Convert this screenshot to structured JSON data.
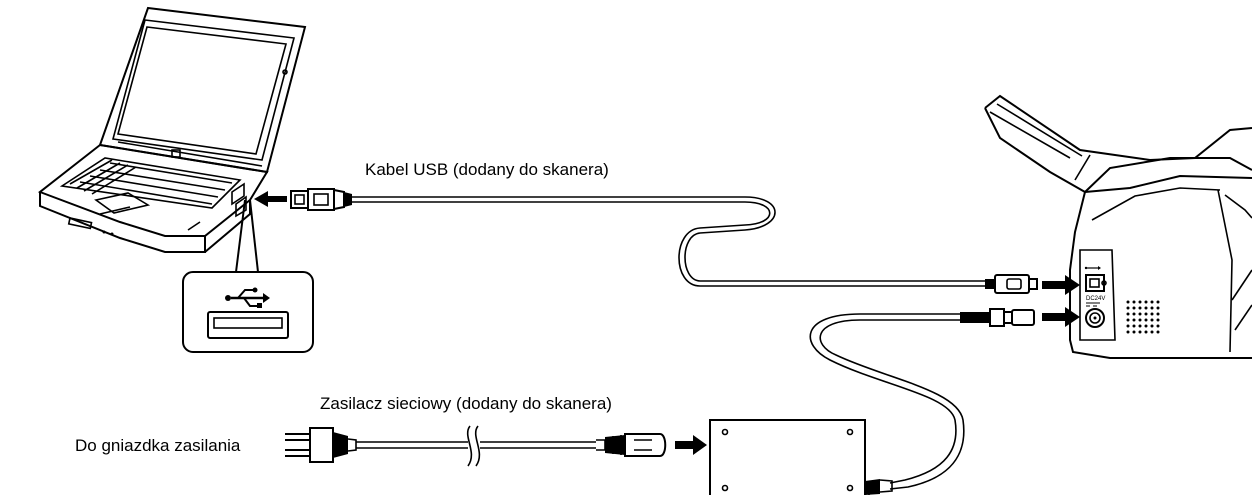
{
  "labels": {
    "usb_cable": "Kabel USB (dodany do skanera)",
    "power_adapter": "Zasilacz sieciowy (dodany do skanera)",
    "wall_outlet": "Do gniazdka zasilania"
  },
  "port_markings": {
    "dc_in": "DC24V"
  },
  "icons": {
    "usb": "usb-icon",
    "arrow": "black-arrow-icon"
  }
}
